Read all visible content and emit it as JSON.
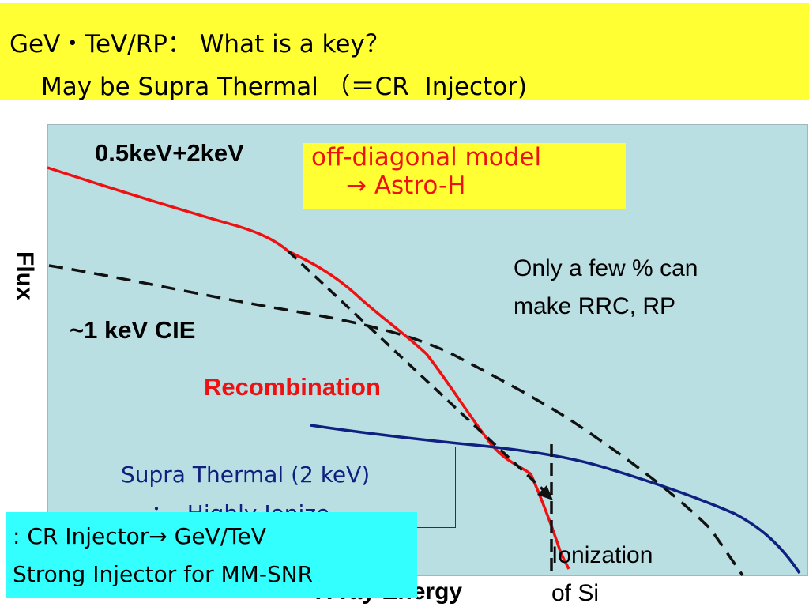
{
  "title": {
    "line1": "GeV・TeV/RP： What is a key？",
    "line2": "May be Supra Thermal （＝CR  Injector)"
  },
  "labels": {
    "energy_sum": "0.5keV+2keV",
    "cie": "~1 keV CIE",
    "recombination": "Recombination",
    "few_percent_line1": "Only a few % can",
    "few_percent_line2": "make RRC, RP",
    "ionization_line1": "Ionization",
    "ionization_line2": "of Si",
    "y_axis": "Flux",
    "x_axis": "X-ray Energy"
  },
  "offdiag_box": {
    "line1": "off-diagonal model",
    "line2": "→ Astro-H"
  },
  "supra_box": {
    "line1": "Supra Thermal (2 keV)",
    "line2": "：  Highly Ionize"
  },
  "cr_box": {
    "line1": ": CR Injector→ GeV/TeV",
    "line2": "Strong Injector for MM-SNR"
  },
  "colors": {
    "title_background": "#ffff33",
    "plot_background": "#b9dfe3",
    "recombination_curve": "#ee1111",
    "supra_thermal_curve": "#102080",
    "cie_curve": "#111111",
    "cr_box_background": "#33ffff"
  }
}
